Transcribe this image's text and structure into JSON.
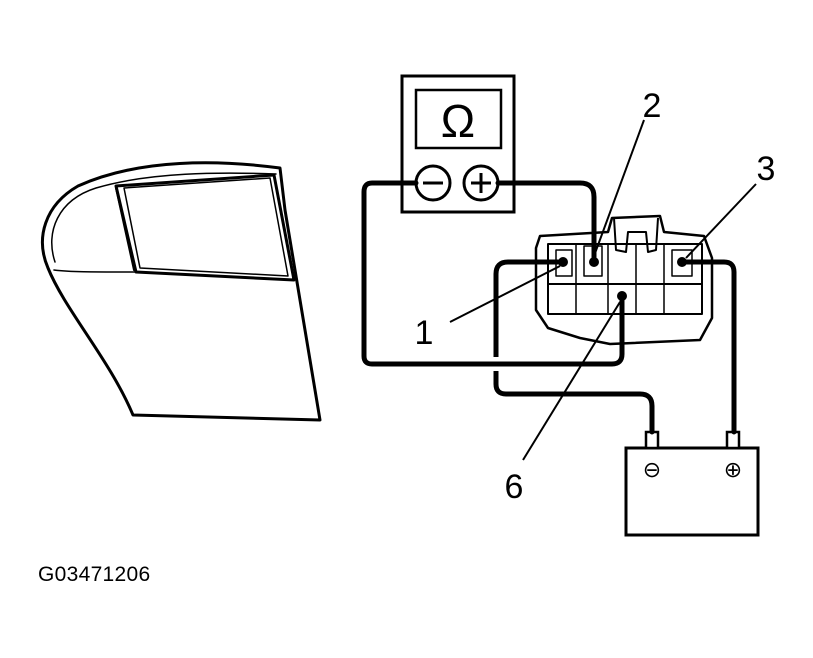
{
  "meter": {
    "symbol": "Ω",
    "negative": "−",
    "positive": "+"
  },
  "battery": {
    "negative": "⊖",
    "positive": "⊕"
  },
  "callouts": [
    "1",
    "2",
    "3",
    "6"
  ],
  "figure_id": "G03471206"
}
